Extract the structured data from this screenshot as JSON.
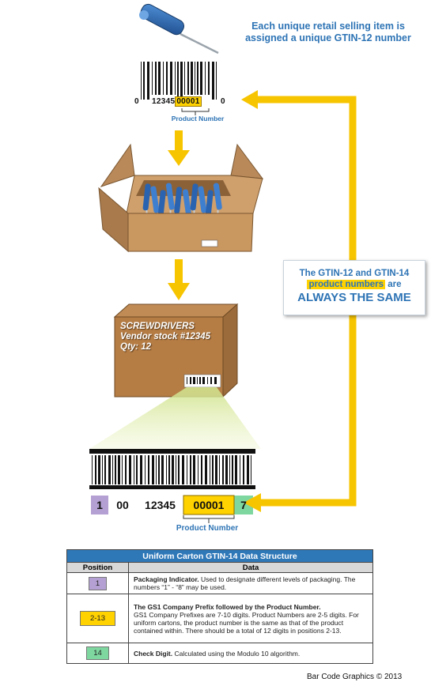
{
  "top_caption": "Each unique retail selling item is assigned a unique GTIN-12 number",
  "upc": {
    "first_digit": "0",
    "manufacturer": "12345",
    "product": "00001",
    "check_digit": "0",
    "product_label": "Product Number"
  },
  "callout": {
    "line1": "The GTIN-12 and GTIN-14",
    "line2_highlight": "product numbers",
    "line2_rest": " are",
    "line3": "ALWAYS THE SAME"
  },
  "case": {
    "line1": "SCREWDRIVERS",
    "line2": "Vendor stock #12345",
    "line3": "Qty: 12"
  },
  "gtin14": {
    "indicator": "1",
    "prefix_digits": "00",
    "company": "12345",
    "product": "00001",
    "check": "7",
    "product_label": "Product Number"
  },
  "table": {
    "title": "Uniform Carton  GTIN-14 Data Structure",
    "col_position": "Position",
    "col_data": "Data",
    "rows": [
      {
        "position": "1",
        "swatch_color": "#b4a0d2",
        "bold": "Packaging Indicator.",
        "text": " Used to designate different levels of packaging. The numbers “1” - “8” may be used."
      },
      {
        "position": "2-13",
        "swatch_color": "#ffd200",
        "bold": "The GS1 Company Prefix followed by the Product Number.",
        "text": "GS1 Company Prefixes are 7-10 digits.  Product Numbers are 2-5 digits.  For uniform cartons, the product number is the same as that of the product contained within. There should be a total of 12 digits in positions 2-13."
      },
      {
        "position": "14",
        "swatch_color": "#7fd7a0",
        "bold": "Check Digit.",
        "text": "  Calculated using the Modulo 10 algorithm."
      }
    ]
  },
  "copyright": "Bar Code Graphics © 2013",
  "colors": {
    "accent_blue": "#2e74b5",
    "highlight_yellow": "#ffd200",
    "arrow_yellow": "#f7c400",
    "indicator_purple": "#b4a0d2",
    "check_green": "#7fd7a0"
  }
}
